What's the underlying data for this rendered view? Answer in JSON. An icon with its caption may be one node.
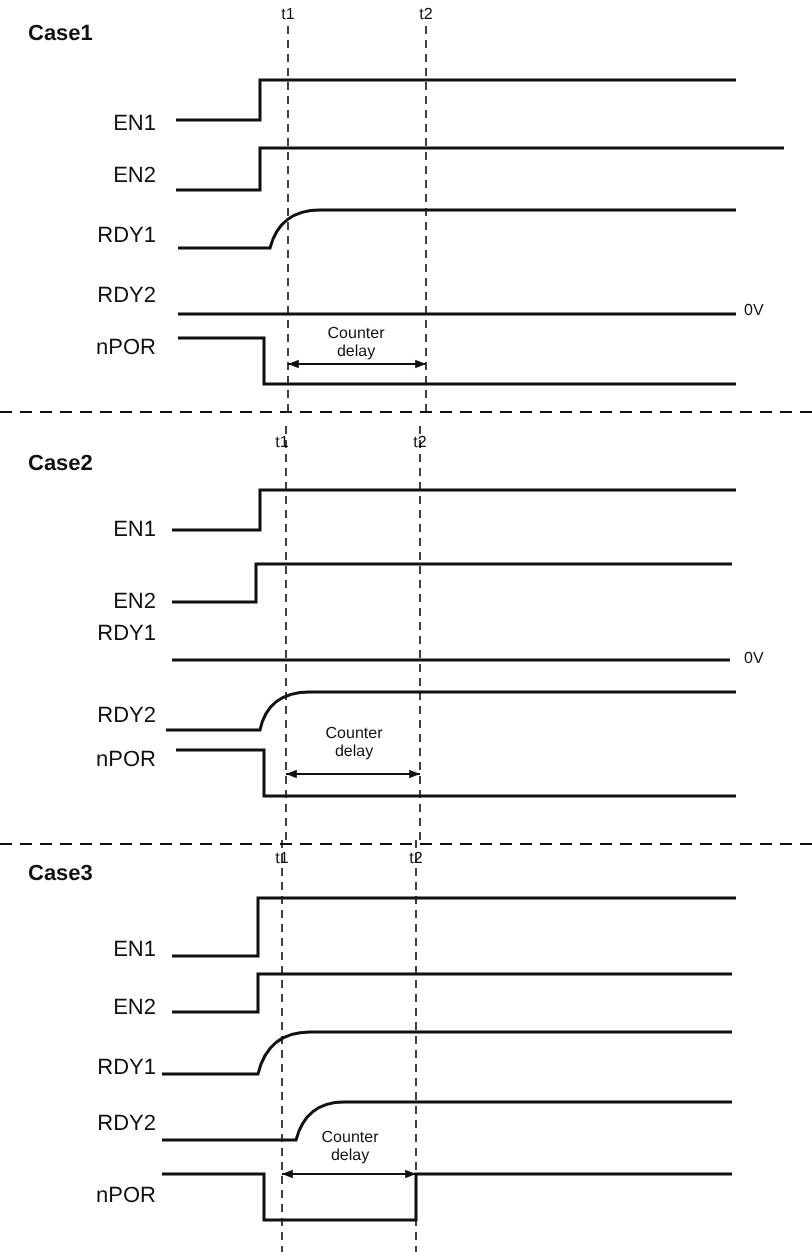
{
  "diagram": {
    "labels": [
      "t1",
      "t2",
      "Case1",
      "EN1",
      "EN2",
      "RDY1",
      "RDY2",
      "0V",
      "Counter delay",
      "nPOR",
      "t1",
      "t2",
      "Case2",
      "EN1",
      "EN2",
      "RDY1",
      "0V",
      "RDY2",
      "Counter delay",
      "nPOR",
      "t1",
      "t2",
      "Case3",
      "EN1",
      "EN2",
      "RDY1",
      "RDY2",
      "Counter delay",
      "nPOR"
    ]
  }
}
